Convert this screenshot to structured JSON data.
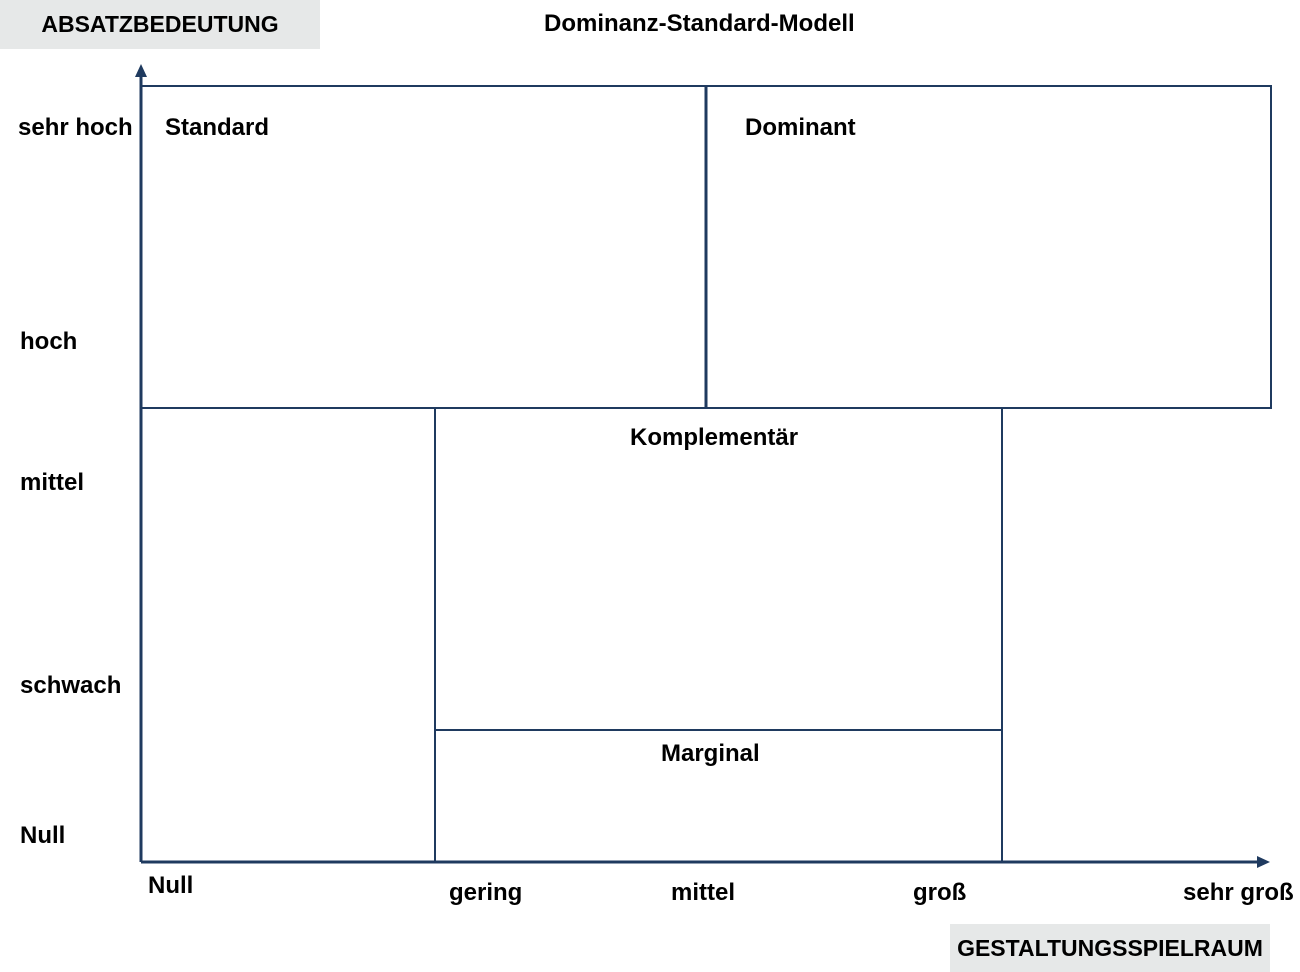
{
  "title": "Dominanz-Standard-Modell",
  "y_axis": {
    "title": "ABSATZBEDEUTUNG",
    "ticks": [
      "sehr hoch",
      "hoch",
      "mittel",
      "schwach",
      "Null"
    ]
  },
  "x_axis": {
    "title": "GESTALTUNGSSPIELRAUM",
    "ticks": [
      "Null",
      "gering",
      "mittel",
      "groß",
      "sehr groß"
    ]
  },
  "regions": {
    "standard": "Standard",
    "dominant": "Dominant",
    "komplementaer": "Komplementär",
    "marginal": "Marginal"
  },
  "colors": {
    "line": "#1f3a5f",
    "axis_title_bg": "#e6e8e8"
  }
}
